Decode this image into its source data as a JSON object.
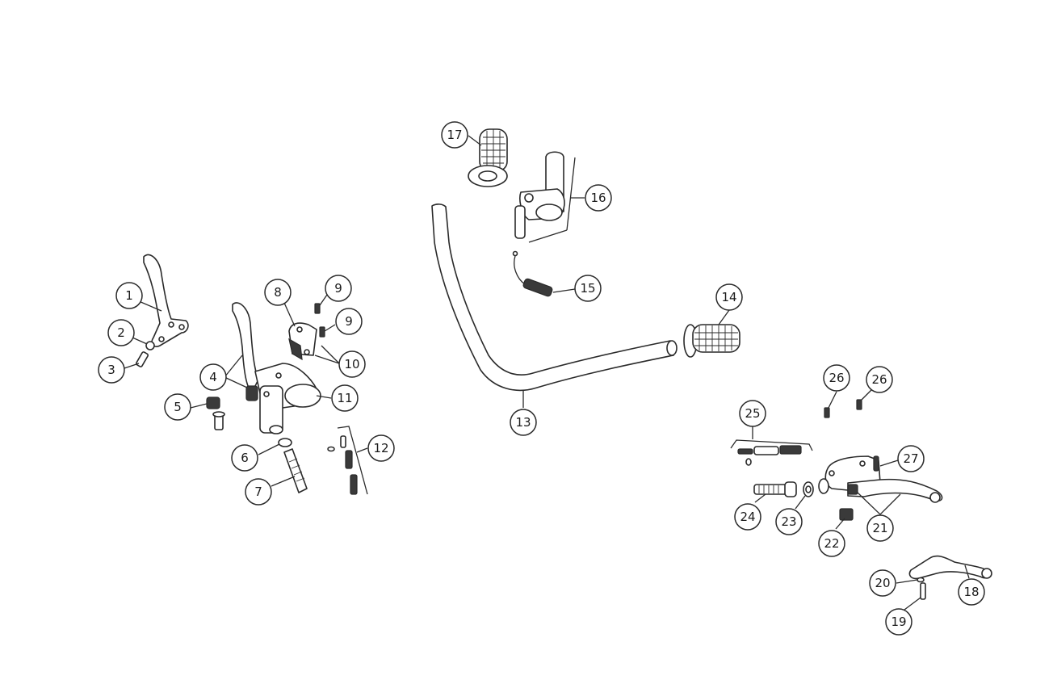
{
  "diagram": {
    "callouts": [
      {
        "label": "1"
      },
      {
        "label": "2"
      },
      {
        "label": "3"
      },
      {
        "label": "4"
      },
      {
        "label": "5"
      },
      {
        "label": "6"
      },
      {
        "label": "7"
      },
      {
        "label": "8"
      },
      {
        "label": "9"
      },
      {
        "label": "9"
      },
      {
        "label": "10"
      },
      {
        "label": "11"
      },
      {
        "label": "12"
      },
      {
        "label": "13"
      },
      {
        "label": "14"
      },
      {
        "label": "15"
      },
      {
        "label": "16"
      },
      {
        "label": "17"
      },
      {
        "label": "18"
      },
      {
        "label": "19"
      },
      {
        "label": "20"
      },
      {
        "label": "21"
      },
      {
        "label": "22"
      },
      {
        "label": "23"
      },
      {
        "label": "24"
      },
      {
        "label": "25"
      },
      {
        "label": "26"
      },
      {
        "label": "26"
      },
      {
        "label": "27"
      }
    ]
  }
}
